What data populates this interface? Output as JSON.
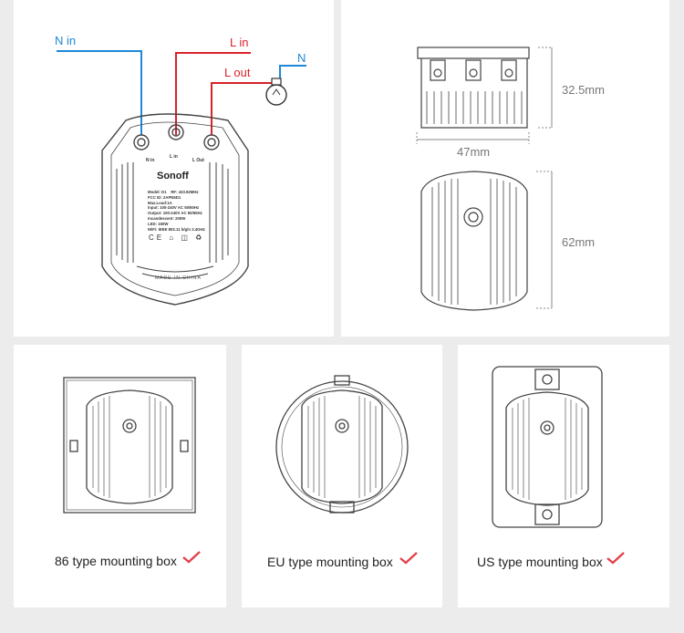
{
  "wiring": {
    "n_in_label": "N in",
    "l_in_label": "L in",
    "l_out_label": "L out",
    "n_label": "N",
    "device": {
      "brand": "Sonoff",
      "terminal_n_in": "N in",
      "terminal_l_in": "L in",
      "terminal_l_out": "L Out",
      "model_line": "Model: D1",
      "rf_line": "RF: 433.92MHz",
      "fcc_line": "FCC ID: 2APN5D1",
      "maxload_line": "Max.Load:1A",
      "input_line": "Input: 100-240V AC 50/60Hz",
      "output_line": "Output: 100-240V AC 50/60Hz",
      "incandescent_line": "Incandescent: 200W",
      "led_line": "LED: 150W",
      "wifi_line": "WiFi: IEEE 802.11 b/g/n 2.4GHz",
      "made_in": "MADE IN CHINA"
    },
    "colors": {
      "neutral": "#1e88d6",
      "live": "#d9222a"
    }
  },
  "dimensions": {
    "height_label": "32.5mm",
    "width_label": "47mm",
    "depth_label": "62mm"
  },
  "mounting": [
    {
      "caption": "86 type mounting box"
    },
    {
      "caption": "EU type mounting box"
    },
    {
      "caption": "US type mounting box"
    }
  ],
  "check_color": "#e2434d"
}
